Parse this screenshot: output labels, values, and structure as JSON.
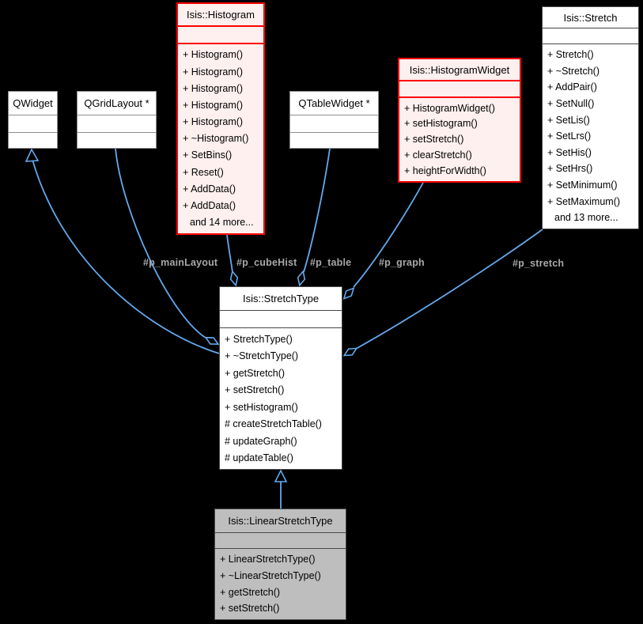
{
  "colors": {
    "background": "#000000",
    "edge": "#63a9ee",
    "label_text": "#a8a8a8",
    "red_border": "#ff0000",
    "red_fill": "#fdf0ee",
    "gray_fill": "#bebebe"
  },
  "classes": {
    "qwidget": {
      "title": "QWidget"
    },
    "qgridlayout": {
      "title": "QGridLayout *"
    },
    "qtablewidget": {
      "title": "QTableWidget *"
    },
    "histogram": {
      "title": "Isis::Histogram",
      "methods": [
        "+ Histogram()",
        "+ Histogram()",
        "+ Histogram()",
        "+ Histogram()",
        "+ Histogram()",
        "+ ~Histogram()",
        "+ SetBins()",
        "+ Reset()",
        "+ AddData()",
        "+ AddData()",
        "and 14 more..."
      ]
    },
    "histogramwidget": {
      "title": "Isis::HistogramWidget",
      "methods": [
        "+ HistogramWidget()",
        "+ setHistogram()",
        "+ setStretch()",
        "+ clearStretch()",
        "+ heightForWidth()"
      ]
    },
    "stretch": {
      "title": "Isis::Stretch",
      "methods": [
        "+ Stretch()",
        "+ ~Stretch()",
        "+ AddPair()",
        "+ SetNull()",
        "+ SetLis()",
        "+ SetLrs()",
        "+ SetHis()",
        "+ SetHrs()",
        "+ SetMinimum()",
        "+ SetMaximum()",
        "and 13 more..."
      ]
    },
    "stretchtype": {
      "title": "Isis::StretchType",
      "methods": [
        "+ StretchType()",
        "+ ~StretchType()",
        "+ getStretch()",
        "+ setStretch()",
        "+ setHistogram()",
        "# createStretchTable()",
        "# updateGraph()",
        "# updateTable()"
      ]
    },
    "linearstretchtype": {
      "title": "Isis::LinearStretchType",
      "methods": [
        "+ LinearStretchType()",
        "+ ~LinearStretchType()",
        "+ getStretch()",
        "+ setStretch()"
      ]
    }
  },
  "edge_labels": {
    "main_layout": "#p_mainLayout",
    "cube_hist": "#p_cubeHist",
    "table": "#p_table",
    "graph": "#p_graph",
    "stretch": "#p_stretch"
  }
}
